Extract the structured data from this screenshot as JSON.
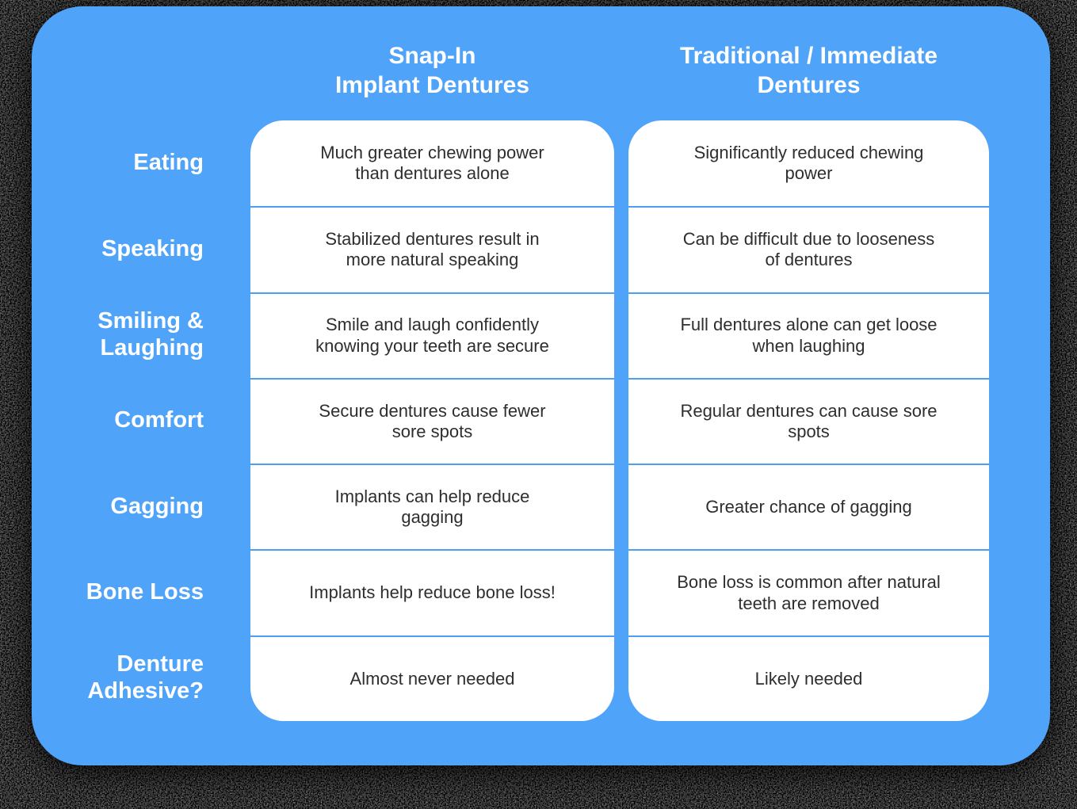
{
  "colors": {
    "card_blue": "#4FA3F9",
    "divider_blue": "#4D9FF0",
    "cell_background": "#ffffff",
    "cell_text": "#2e2e2e",
    "label_text": "#ffffff",
    "outer_background": "#000000"
  },
  "table": {
    "header_snap_in": "Snap-In\nImplant Dentures",
    "header_traditional": "Traditional / Immediate\nDentures",
    "rows": [
      {
        "label": "Eating",
        "snap_in": "Much greater chewing power\nthan dentures alone",
        "traditional": "Significantly reduced chewing\npower"
      },
      {
        "label": "Speaking",
        "snap_in": "Stabilized dentures result in\nmore natural speaking",
        "traditional": "Can be difficult due to looseness\nof dentures"
      },
      {
        "label": "Smiling &\nLaughing",
        "snap_in": "Smile and laugh confidently\nknowing your teeth are secure",
        "traditional": "Full dentures alone can get loose\nwhen laughing"
      },
      {
        "label": "Comfort",
        "snap_in": "Secure dentures cause fewer\nsore spots",
        "traditional": "Regular dentures can cause sore\nspots"
      },
      {
        "label": "Gagging",
        "snap_in": "Implants can help reduce\ngagging",
        "traditional": "Greater chance of gagging"
      },
      {
        "label": "Bone Loss",
        "snap_in": "Implants help reduce bone loss!",
        "traditional": "Bone loss is common after natural\nteeth are removed"
      },
      {
        "label": "Denture\nAdhesive?",
        "snap_in": "Almost never needed",
        "traditional": "Likely needed"
      }
    ]
  },
  "chart_data": {
    "type": "table",
    "title": "Snap-In Implant Dentures vs Traditional / Immediate Dentures",
    "columns": [
      "",
      "Snap-In Implant Dentures",
      "Traditional / Immediate Dentures"
    ],
    "rows": [
      [
        "Eating",
        "Much greater chewing power than dentures alone",
        "Significantly reduced chewing power"
      ],
      [
        "Speaking",
        "Stabilized dentures result in more natural speaking",
        "Can be difficult due to looseness of dentures"
      ],
      [
        "Smiling & Laughing",
        "Smile and laugh confidently knowing your teeth are secure",
        "Full dentures alone can get loose when laughing"
      ],
      [
        "Comfort",
        "Secure dentures cause fewer sore spots",
        "Regular dentures can cause sore spots"
      ],
      [
        "Gagging",
        "Implants can help reduce gagging",
        "Greater chance of gagging"
      ],
      [
        "Bone Loss",
        "Implants help reduce bone loss!",
        "Bone loss is common after natural teeth are removed"
      ],
      [
        "Denture Adhesive?",
        "Almost never needed",
        "Likely needed"
      ]
    ]
  }
}
